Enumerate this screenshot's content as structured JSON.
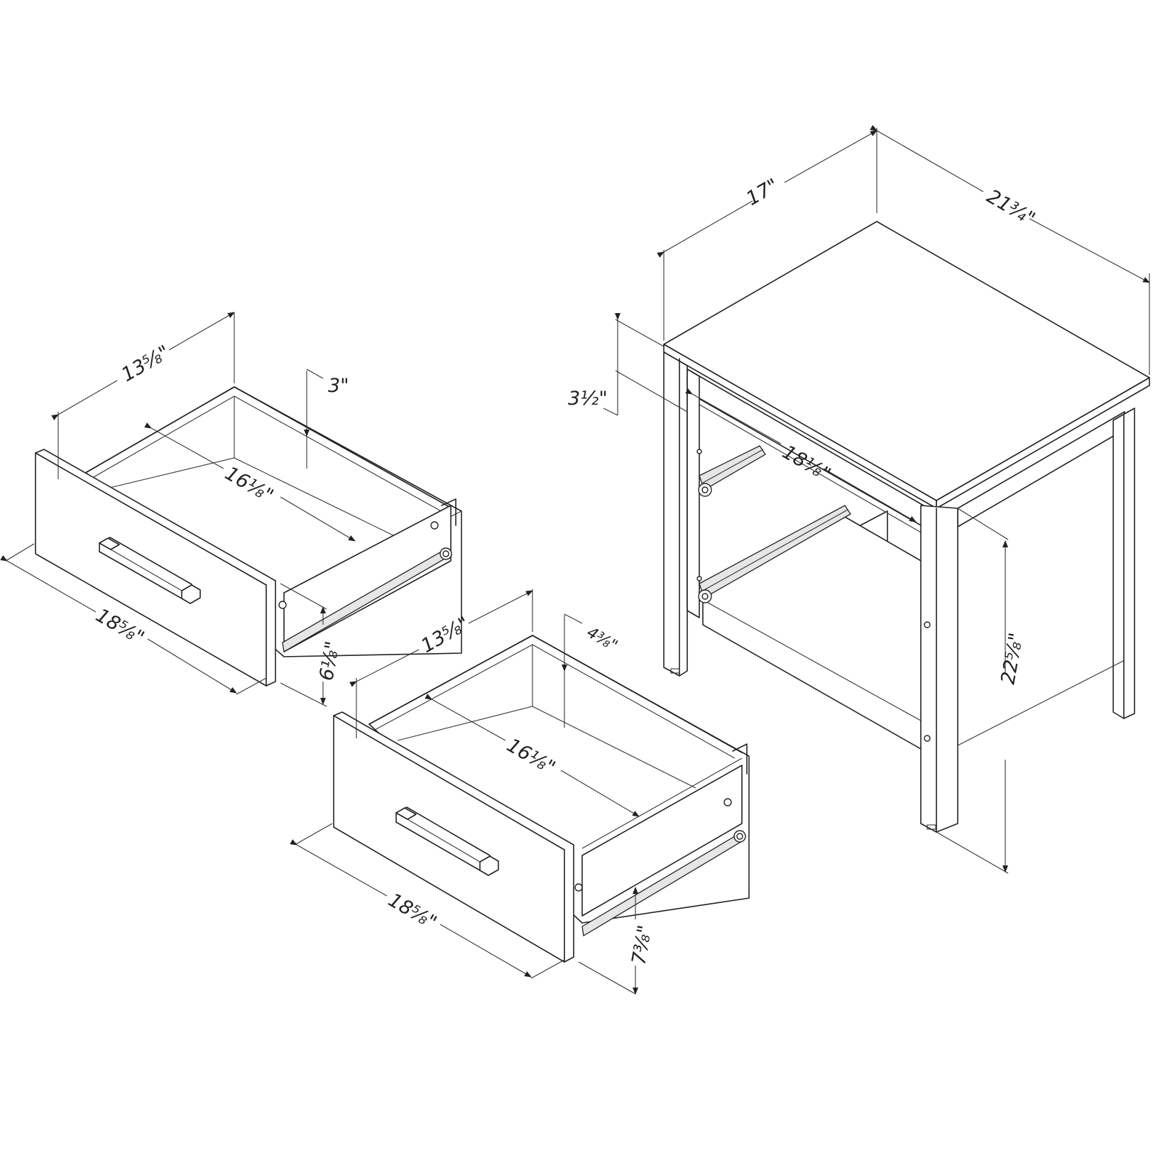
{
  "diagram": {
    "title": "",
    "stroke_color": "#222222",
    "background": "#ffffff",
    "nightstand": {
      "width_label": "17\"",
      "depth_label": "21¾\"",
      "top_rail_height_label": "3½\"",
      "inner_width_label": "18⅛\"",
      "height_label": "22⅝\""
    },
    "upper_drawer": {
      "width_label": "13⅝\"",
      "inner_depth_label": "16⅛\"",
      "inner_height_label": "3\"",
      "front_length_label": "18⅝\"",
      "front_height_label": "6⅛\""
    },
    "lower_drawer": {
      "width_label": "13⅝\"",
      "inner_depth_label": "16⅛\"",
      "inner_height_label": "4⅜\"",
      "front_length_label": "18⅝\"",
      "front_height_label": "7⅜\""
    }
  }
}
